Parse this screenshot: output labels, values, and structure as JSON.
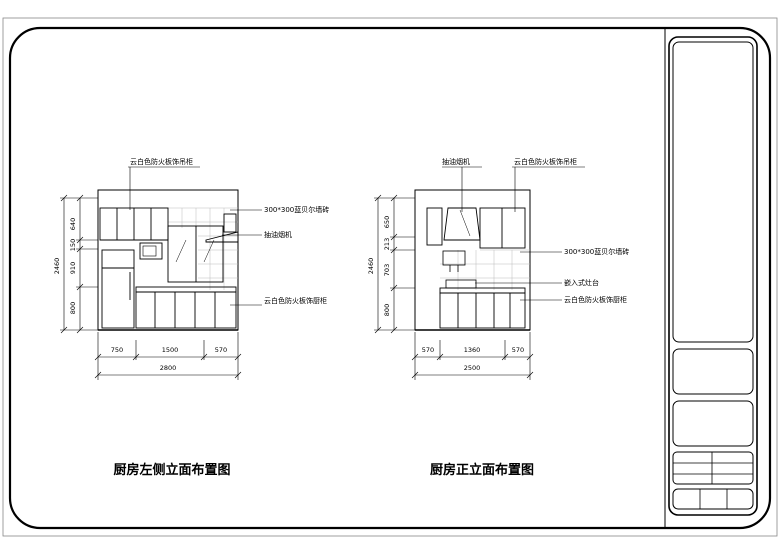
{
  "left_drawing": {
    "title": "厨房左侧立面布置图",
    "callouts": {
      "wall_cabinet": "云白色防火板饰吊柜",
      "tile": "300*300蓝贝尔墙砖",
      "hood": "抽油烟机",
      "base_cabinet": "云白色防火板饰厨柜"
    },
    "dims_vertical": [
      "640",
      "150",
      "910",
      "800"
    ],
    "dim_total_vertical": "2460",
    "dims_horizontal": [
      "750",
      "1500",
      "570"
    ],
    "dim_total_horizontal": "2800"
  },
  "right_drawing": {
    "title": "厨房正立面布置图",
    "callouts": {
      "hood": "抽油烟机",
      "wall_cabinet": "云白色防火板饰吊柜",
      "tile": "300*300蓝贝尔墙砖",
      "sink": "嵌入式灶台",
      "base_cabinet": "云白色防火板饰厨柜"
    },
    "dims_vertical": [
      "650",
      "213",
      "703",
      "800"
    ],
    "dim_total_vertical": "2460",
    "dims_horizontal": [
      "570",
      "1360",
      "570"
    ],
    "dim_total_horizontal": "2500"
  }
}
